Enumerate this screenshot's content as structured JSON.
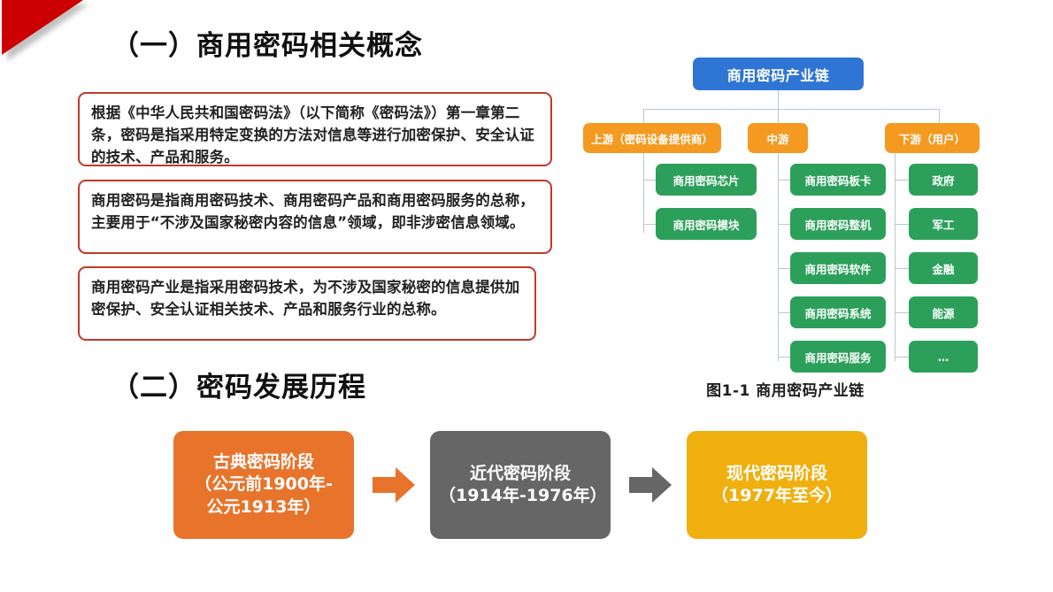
{
  "slide": {
    "decoration": "red-triangle",
    "colors": {
      "accent_red": "#cc0000",
      "box_border_red": "#c0392b",
      "chain_root_blue": "#2E75D4",
      "chain_tier_orange": "#F49A21",
      "chain_leaf_green": "#2CA05A",
      "stage_orange": "#E8742C",
      "stage_gray": "#666666",
      "stage_yellow": "#EFAF0E",
      "connector_gray": "#b9c6d4"
    }
  },
  "headings": {
    "section_one": "（一）商用密码相关概念",
    "section_two": "（二）密码发展历程"
  },
  "concept_boxes": [
    {
      "id": "concept-1",
      "text": "根据《中华人民共和国密码法》（以下简称《密码法》）第一章第二条，密码是指采用特定变换的方法对信息等进行加密保护、安全认证的技术、产品和服务。"
    },
    {
      "id": "concept-2",
      "text": "商用密码是指商用密码技术、商用密码产品和商用密码服务的总称，主要用于“不涉及国家秘密内容的信息”领域，即非涉密信息领域。"
    },
    {
      "id": "concept-3",
      "text": "商用密码产业是指采用密码技术，为不涉及国家秘密的信息提供加密保护、安全认证相关技术、产品和服务行业的总称。"
    }
  ],
  "chain_diagram": {
    "root": "商用密码产业链",
    "caption": "图1-1 商用密码产业链",
    "tiers": [
      {
        "label": "上游（密码设备提供商）",
        "items": [
          "商用密码芯片",
          "商用密码模块"
        ]
      },
      {
        "label": "中游",
        "items": [
          "商用密码板卡",
          "商用密码整机",
          "商用密码软件",
          "商用密码系统",
          "商用密码服务"
        ]
      },
      {
        "label": "下游（用户）",
        "items": [
          "政府",
          "军工",
          "金融",
          "能源",
          "…"
        ]
      }
    ]
  },
  "timeline": {
    "stages": [
      {
        "id": "stage-1",
        "title": "古典密码阶段",
        "period": "（公元前1900年-公元1913年）",
        "text": "古典密码阶段\n（公元前1900年-\n公元1913年）"
      },
      {
        "id": "stage-2",
        "title": "近代密码阶段",
        "period": "（1914年-1976年）",
        "text": "近代密码阶段\n（1914年-1976年）"
      },
      {
        "id": "stage-3",
        "title": "现代密码阶段",
        "period": "（1977年至今）",
        "text": "现代密码阶段\n（1977年至今）"
      }
    ],
    "arrows": [
      {
        "id": "arrow-1",
        "color": "#E8742C"
      },
      {
        "id": "arrow-2",
        "color": "#666666"
      }
    ]
  }
}
